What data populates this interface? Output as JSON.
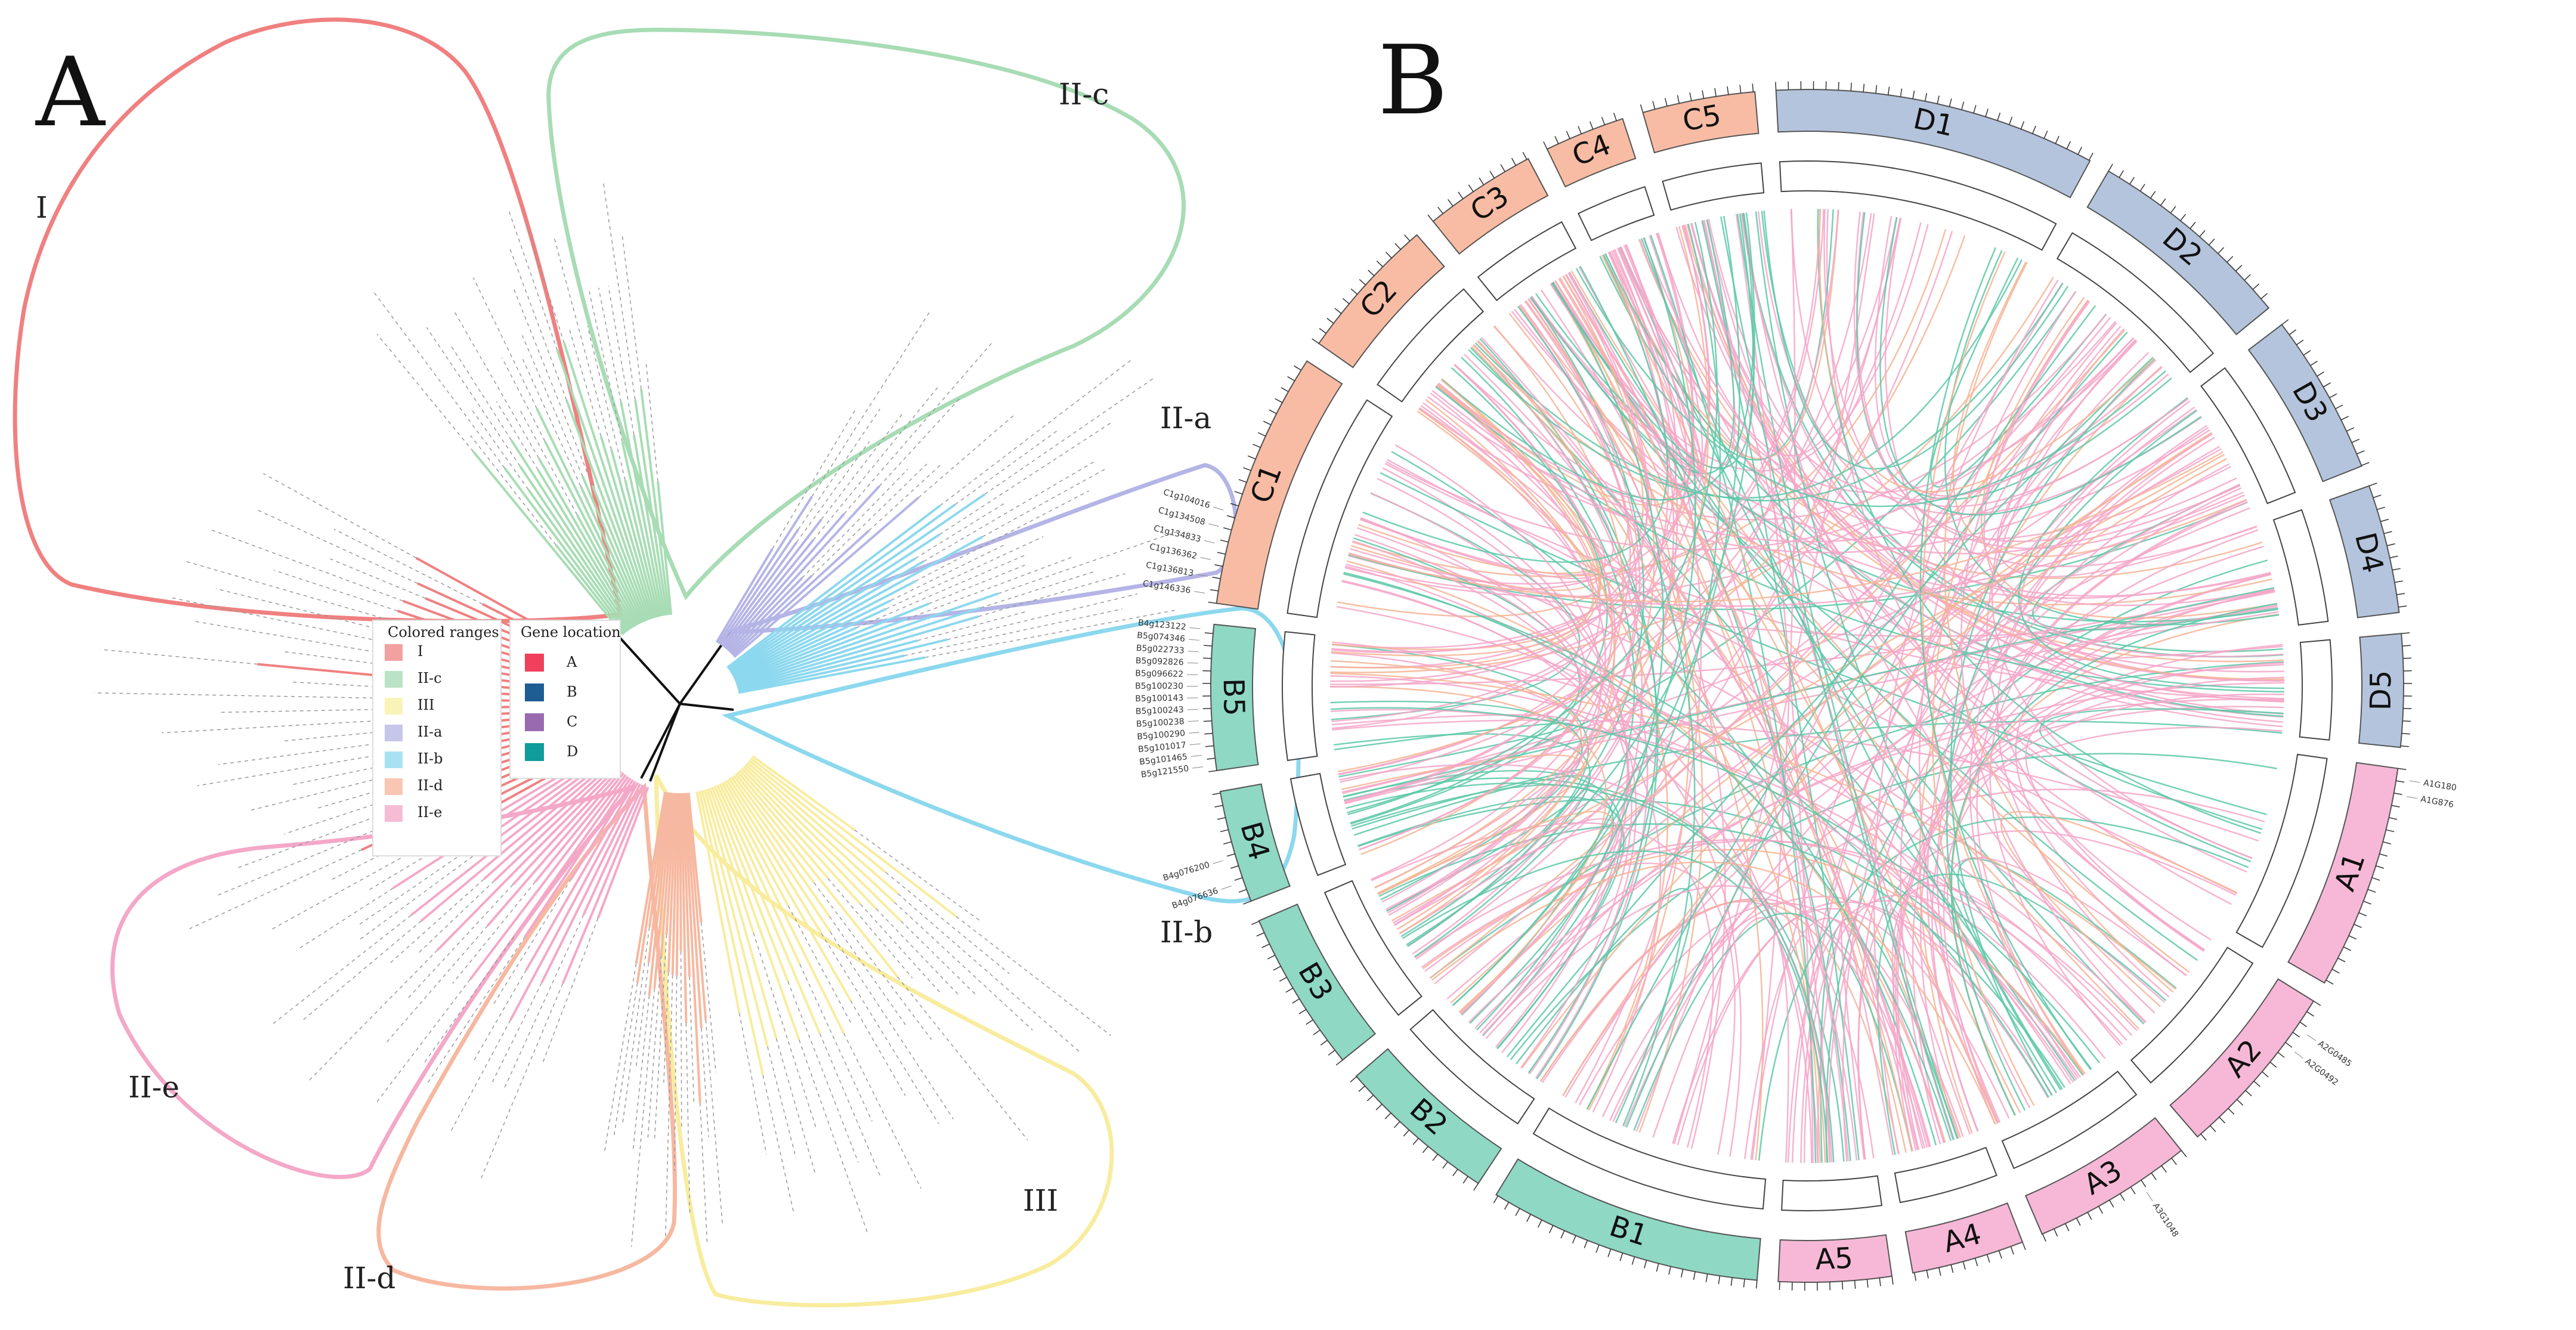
{
  "panels": {
    "a": {
      "letter": "A"
    },
    "b": {
      "letter": "B"
    }
  },
  "tree": {
    "clades": [
      {
        "label": "I",
        "color": "#f08080"
      },
      {
        "label": "II-c",
        "color": "#a8dcb4"
      },
      {
        "label": "II-a",
        "color": "#b4b4e6"
      },
      {
        "label": "II-b",
        "color": "#8cd8ee"
      },
      {
        "label": "III",
        "color": "#f8ec9e"
      },
      {
        "label": "II-d",
        "color": "#f6b8a0"
      },
      {
        "label": "II-e",
        "color": "#f4a8c8"
      }
    ],
    "legend_ranges": {
      "title": "Colored ranges",
      "items": [
        {
          "label": "I",
          "color": "#f3a0a0"
        },
        {
          "label": "II-c",
          "color": "#b9e3c4"
        },
        {
          "label": "III",
          "color": "#faf3b8"
        },
        {
          "label": "II-a",
          "color": "#c6c6ea"
        },
        {
          "label": "II-b",
          "color": "#a8e2f2"
        },
        {
          "label": "II-d",
          "color": "#f8c6b2"
        },
        {
          "label": "II-e",
          "color": "#f6bcd6"
        }
      ]
    },
    "legend_location": {
      "title": "Gene location",
      "items": [
        {
          "label": "A",
          "color": "#f0405c"
        },
        {
          "label": "B",
          "color": "#1e5c94"
        },
        {
          "label": "C",
          "color": "#9a6ab0"
        },
        {
          "label": "D",
          "color": "#109c98"
        }
      ]
    }
  },
  "circos": {
    "chromosomes": [
      {
        "name": "D1",
        "color": "#b4c4dc",
        "group": "D"
      },
      {
        "name": "D2",
        "color": "#b4c4dc",
        "group": "D"
      },
      {
        "name": "D3",
        "color": "#b4c4dc",
        "group": "D"
      },
      {
        "name": "D4",
        "color": "#b4c4dc",
        "group": "D"
      },
      {
        "name": "D5",
        "color": "#b4c4dc",
        "group": "D"
      },
      {
        "name": "A1",
        "color": "#f6b8d6",
        "group": "A"
      },
      {
        "name": "A2",
        "color": "#f6b8d6",
        "group": "A"
      },
      {
        "name": "A3",
        "color": "#f6b8d6",
        "group": "A"
      },
      {
        "name": "A4",
        "color": "#f6b8d6",
        "group": "A"
      },
      {
        "name": "A5",
        "color": "#f6b8d6",
        "group": "A"
      },
      {
        "name": "B1",
        "color": "#8ed8c4",
        "group": "B"
      },
      {
        "name": "B2",
        "color": "#8ed8c4",
        "group": "B"
      },
      {
        "name": "B3",
        "color": "#8ed8c4",
        "group": "B"
      },
      {
        "name": "B4",
        "color": "#8ed8c4",
        "group": "B"
      },
      {
        "name": "B5",
        "color": "#8ed8c4",
        "group": "B"
      },
      {
        "name": "C1",
        "color": "#f8bca4",
        "group": "C"
      },
      {
        "name": "C2",
        "color": "#f8bca4",
        "group": "C"
      },
      {
        "name": "C3",
        "color": "#f8bca4",
        "group": "C"
      },
      {
        "name": "C4",
        "color": "#f8bca4",
        "group": "C"
      },
      {
        "name": "C5",
        "color": "#f8bca4",
        "group": "C"
      }
    ],
    "link_colors": {
      "A": "#f4a6c8",
      "B": "#5cc8a8",
      "C": "#f4b494"
    },
    "gene_labels_sample": [
      "B5g121550",
      "B5g101465",
      "B5g101017",
      "B5g100290",
      "B5g100238",
      "B5g100243",
      "B5g100143",
      "B5g100230",
      "B5g096622",
      "B5g092826",
      "B5g022733",
      "B5g074346",
      "B4g123122",
      "B4g076636",
      "B4g076200",
      "C1g146336",
      "C1g136813",
      "C1g136362",
      "C1g134833",
      "C1g134508",
      "C1g104016",
      "A1G180",
      "A1G876",
      "A2G0485",
      "A2G0492",
      "A3G1048"
    ]
  }
}
